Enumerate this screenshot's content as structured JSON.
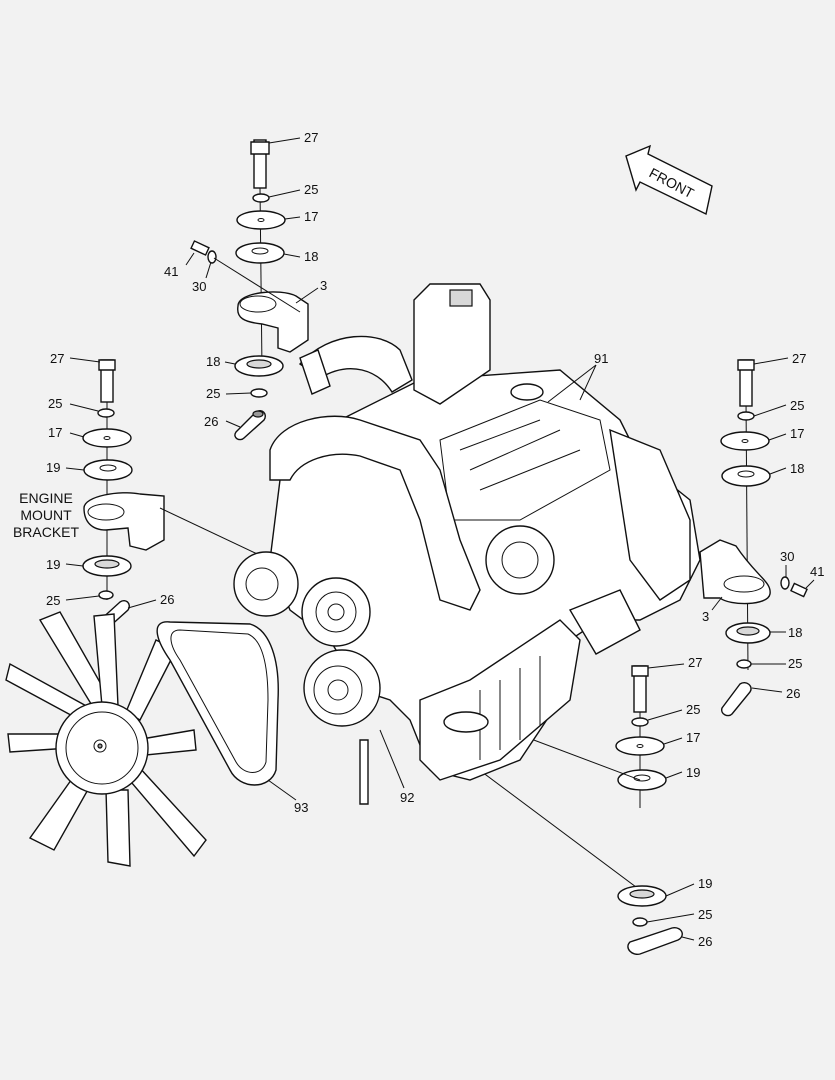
{
  "front_arrow": {
    "label": "FRONT"
  },
  "bracket_label": {
    "line1": "ENGINE",
    "line2": "MOUNT",
    "line3": "BRACKET"
  },
  "callouts": {
    "c27a": "27",
    "c25a": "25",
    "c17a": "17",
    "c18a": "18",
    "c41a": "41",
    "c30a": "30",
    "c3a": "3",
    "c18b": "18",
    "c25b": "25",
    "c26a": "26",
    "c27b": "27",
    "c25c": "25",
    "c17b": "17",
    "c19a": "19",
    "c19b": "19",
    "c25d": "25",
    "c26b": "26",
    "c91": "91",
    "c27c": "27",
    "c25e": "25",
    "c17c": "17",
    "c18c": "18",
    "c30b": "30",
    "c41b": "41",
    "c3b": "3",
    "c18d": "18",
    "c25f": "25",
    "c26c": "26",
    "c27d": "27",
    "c25g": "25",
    "c17d": "17",
    "c19c": "19",
    "c92": "92",
    "c93": "93",
    "c19d": "19",
    "c25h": "25",
    "c26d": "26"
  }
}
